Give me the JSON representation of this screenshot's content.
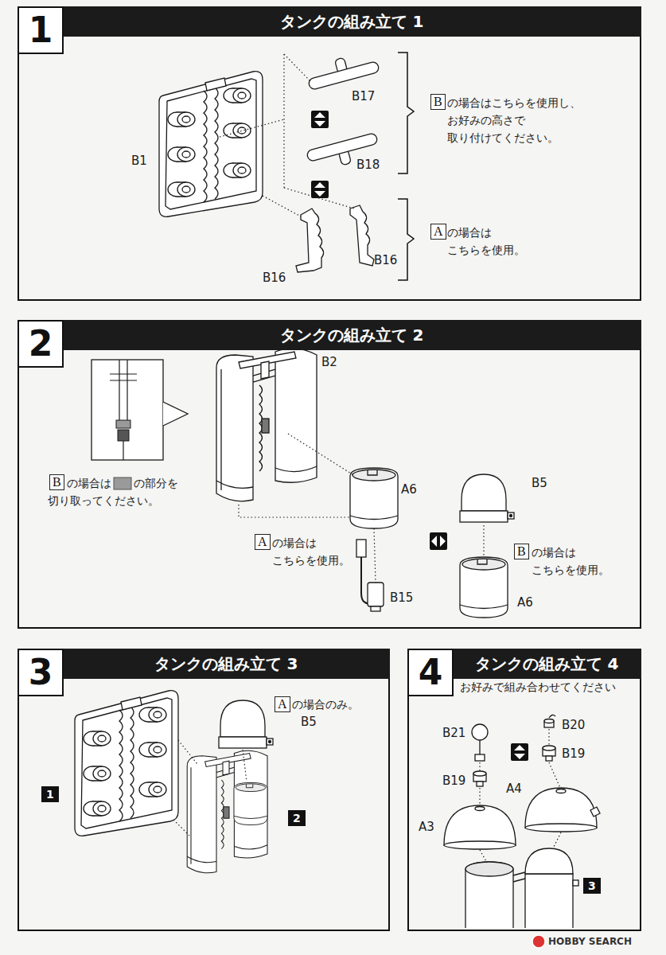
{
  "diagram": {
    "nodes": [
      {
        "text": [
          "1",
          "タンクの組み立て 1"
        ]
      },
      {
        "text": [
          "B"
        ],
        "in": 0
      },
      {
        "text": [
          "A"
        ],
        "in": 0
      },
      {
        "text": [
          "2",
          "タンクの組み立て 2"
        ]
      },
      {
        "text": [
          "B"
        ],
        "in": 3
      },
      {
        "text": [
          "A"
        ],
        "in": 3
      },
      {
        "text": [
          "B"
        ],
        "in": 3
      },
      {
        "text": [
          "3",
          "タンクの組み立て 3"
        ]
      },
      {
        "text": [
          "A"
        ],
        "in": 7
      },
      {
        "text": [
          "1"
        ],
        "in": 7
      },
      {
        "text": [
          "2"
        ],
        "in": 7
      },
      {
        "text": [
          "4",
          "タンクの組み立て 4"
        ]
      },
      {
        "text": [
          "3"
        ],
        "in": 11
      }
    ],
    "labels": [
      "B17",
      "の場合はこちらを使用し、 お好みの高さで 取り付けてください。",
      "B1",
      "B18",
      "の場合は こちらを使用。",
      "B16",
      "B16",
      "B2",
      "の場合は",
      "の部分を",
      "切り取ってください。",
      "B5",
      "A6",
      "の場合は こちらを使用。",
      "の場合は こちらを使用。",
      "B15",
      "A6",
      "の場合のみ。",
      "B5",
      "お好みで組み合わせてください",
      "B20",
      "B21",
      "B19",
      "B19",
      "A4",
      "A3",
      "HOBBY SEARCH"
    ]
  }
}
